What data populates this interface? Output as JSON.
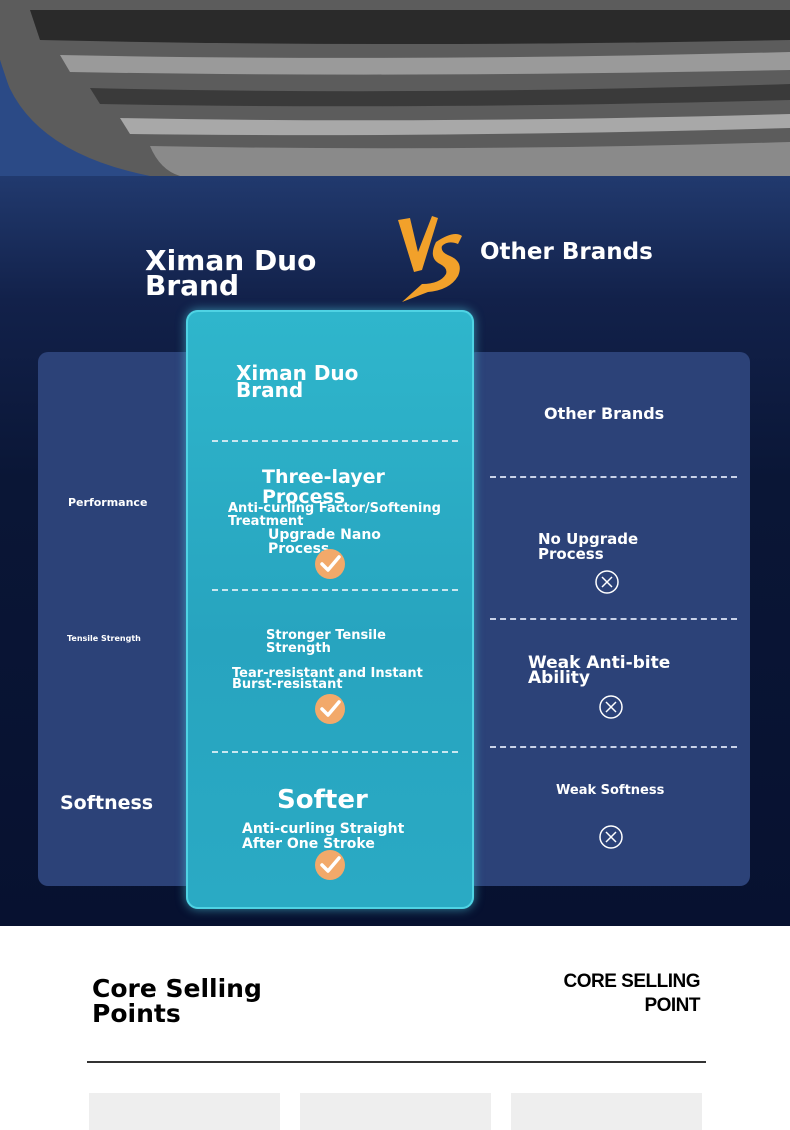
{
  "header": {
    "left_brand": "Ximan Duo\n Brand",
    "right_brand": "Other Brands"
  },
  "rows": [
    {
      "label": "Performance"
    },
    {
      "label": "Tensile Strength"
    },
    {
      "label": "Softness"
    }
  ],
  "center_column": {
    "heading": "Ximan Duo\n Brand",
    "row1_title": "Three-layer\n Process",
    "row1_line1": "Anti-curling Factor/Softening\n Treatment",
    "row1_line2": "Upgrade Nano\n Process",
    "row2_title": "Stronger Tensile\n Strength",
    "row2_line1": "Tear-resistant and Instant\n Burst-resistant",
    "row3_title": "Softer",
    "row3_line1": "Anti-curling Straight\n After One Stroke"
  },
  "right_column": {
    "heading": "Other Brands",
    "row1": "No Upgrade\n Process",
    "row2": "Weak Anti-bite\n Ability",
    "row3": "Weak Softness"
  },
  "bottom": {
    "title": "Core Selling\n Points",
    "subtitle": "CORE SELLING\nPOINT"
  },
  "colors": {
    "panel": "#2c4278",
    "highlight": "#2fb6cc",
    "accent_vs": "#f2a12a",
    "check": "#f2a96a"
  }
}
